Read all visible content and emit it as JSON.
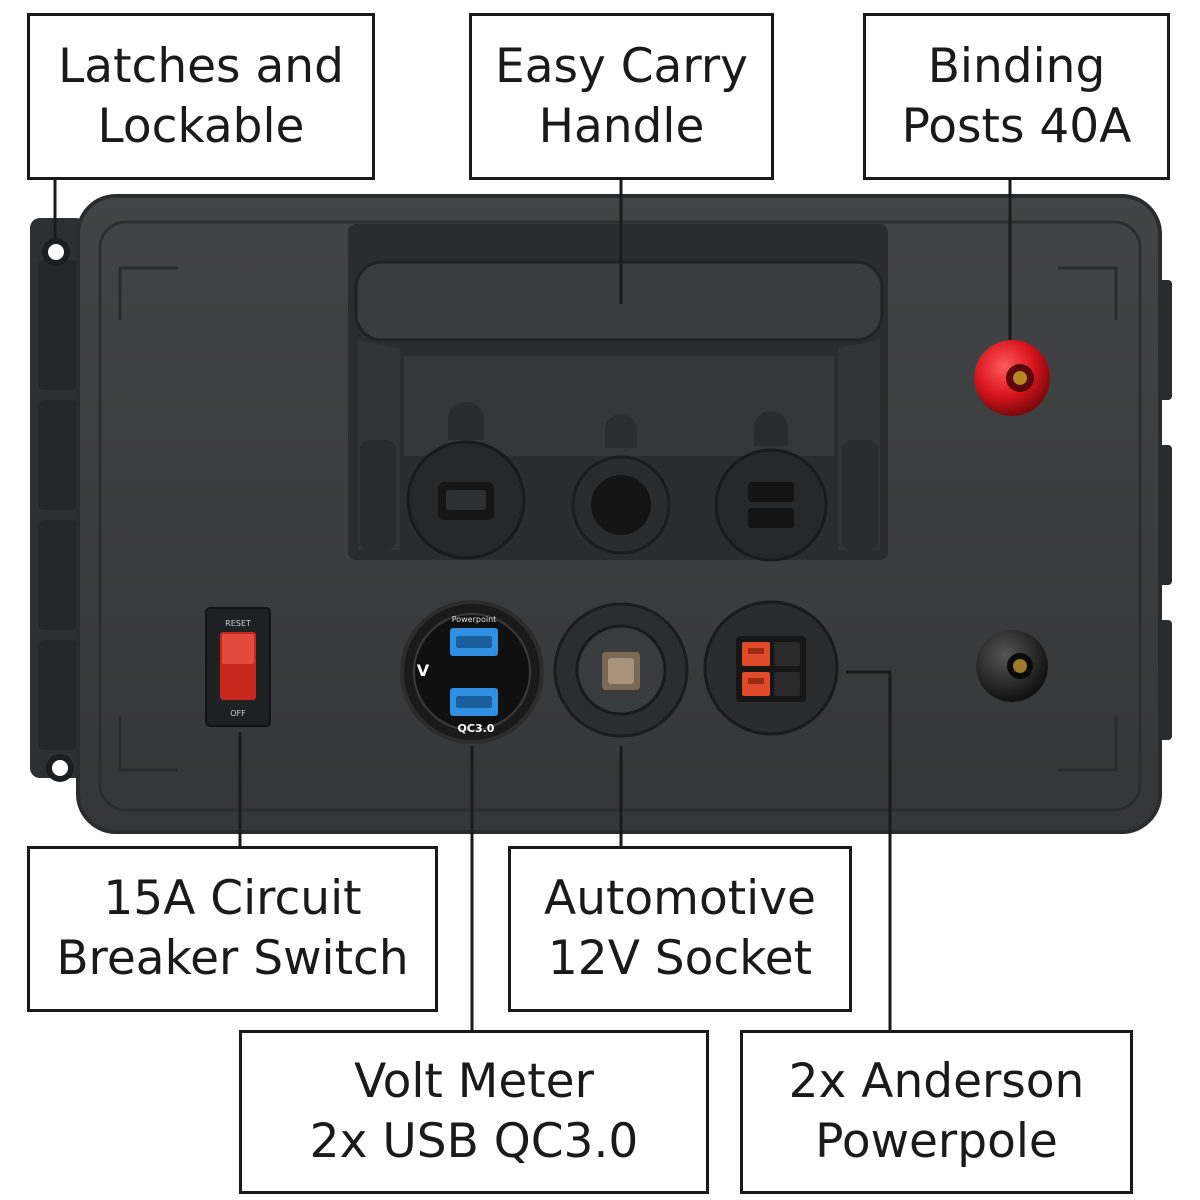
{
  "colors": {
    "case_body": "#3b3c3d",
    "case_edge": "#2a2b2c",
    "handle": "#303132",
    "binding_red": "#d8141c",
    "binding_black": "#1c1c1c",
    "usb_blue": "#2f8fe0",
    "anderson_red": "#e04a2a",
    "breaker_red": "#c8261c"
  },
  "labels": {
    "latches": [
      "Latches and",
      "Lockable"
    ],
    "handle": [
      "Easy Carry",
      "Handle"
    ],
    "binding": [
      "Binding",
      "Posts 40A"
    ],
    "breaker": [
      "15A Circuit",
      "Breaker Switch"
    ],
    "socket": [
      "Automotive",
      "12V Socket"
    ],
    "usb": [
      "Volt Meter",
      "2x USB QC3.0"
    ],
    "anderson": [
      "2x Anderson",
      "Powerpole"
    ]
  },
  "device_text": {
    "breaker_on": "RESET",
    "breaker_off": "OFF",
    "usb_brand": "Powerpoint",
    "usb_qc": "QC3.0",
    "volt": "V"
  }
}
